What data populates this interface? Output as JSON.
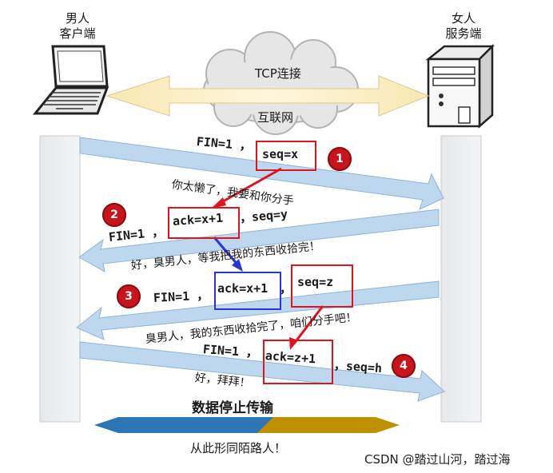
{
  "client": {
    "line1": "男人",
    "line2": "客户端"
  },
  "server": {
    "line1": "女人",
    "line2": "服务端"
  },
  "network": {
    "top_label": "TCP连接",
    "bottom_label": "互联网"
  },
  "messages": {
    "m1": {
      "part1": "FIN=1 ，",
      "part2": "seq=x",
      "caption": "你太懒了，我要和你分手",
      "step": "1"
    },
    "m2": {
      "part1": "FIN=1 ，",
      "part2": "ack=x+1",
      "part3": "，seq=y",
      "caption": "好，臭男人，等我把我的东西收拾完！",
      "step": "2"
    },
    "m3": {
      "part1": "FIN=1 ，",
      "part2": "ack=x+1",
      "part3": "，",
      "part4": "seq=z",
      "caption": "臭男人，我的东西收拾完了，咱们分手吧！",
      "step": "3"
    },
    "m4": {
      "part1": "FIN=1 ，",
      "part2": "ack=z+1",
      "part3": "，seq=h",
      "caption": "好，拜拜！",
      "step": "4"
    }
  },
  "footer": {
    "stop_label": "数据停止传输",
    "end_caption": "从此形同陌路人！",
    "watermark": "CSDN @踏过山河，踏过海"
  },
  "colors": {
    "message_arrow": "#bdd7ee",
    "message_arrow_border": "#8fb4d6",
    "tcp_arrow": "#fbf0c8",
    "lifeline": "#eceef0",
    "cloud": "#e6e6e6",
    "left_band": "#2e75b6",
    "right_band": "#bf9000",
    "highlight_red": "#e0141c",
    "highlight_blue": "#2b34d6",
    "badge": "#c8151b"
  }
}
